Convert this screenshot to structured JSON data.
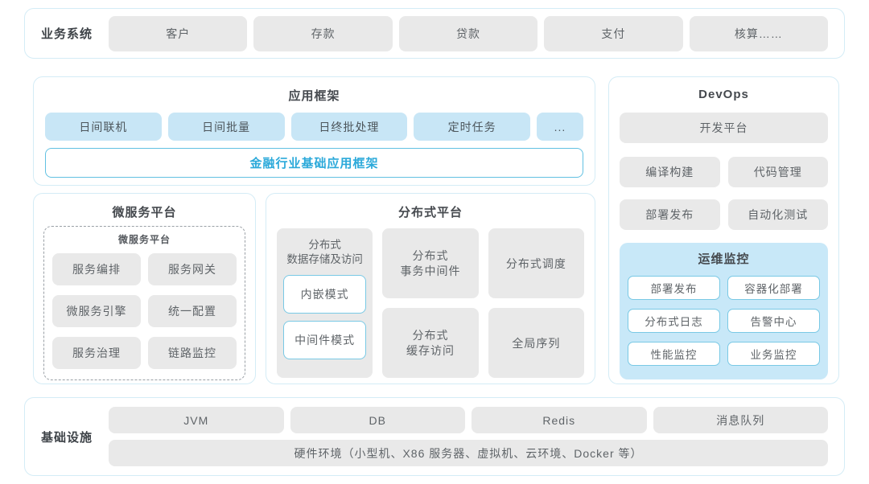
{
  "business": {
    "label": "业务系统",
    "items": [
      "客户",
      "存款",
      "贷款",
      "支付",
      "核算……"
    ]
  },
  "app_framework": {
    "title": "应用框架",
    "runtimes": [
      "日间联机",
      "日间批量",
      "日终批处理",
      "定时任务"
    ],
    "more": "...",
    "base": "金融行业基础应用框架"
  },
  "microservice": {
    "title": "微服务平台",
    "inner_title": "微服务平台",
    "items": [
      "服务编排",
      "服务网关",
      "微服务引擎",
      "统一配置",
      "服务治理",
      "链路监控"
    ]
  },
  "distributed": {
    "title": "分布式平台",
    "storage": {
      "label": "分布式\n数据存储及访问",
      "modes": [
        "内嵌模式",
        "中间件模式"
      ]
    },
    "items": [
      "分布式\n事务中间件",
      "分布式调度",
      "分布式\n缓存访问",
      "全局序列"
    ]
  },
  "devops": {
    "title": "DevOps",
    "platform": "开发平台",
    "items": [
      "编译构建",
      "代码管理",
      "部署发布",
      "自动化测试"
    ],
    "monitor": {
      "title": "运维监控",
      "items": [
        "部署发布",
        "容器化部署",
        "分布式日志",
        "告警中心",
        "性能监控",
        "业务监控"
      ]
    }
  },
  "infra": {
    "label": "基础设施",
    "items": [
      "JVM",
      "DB",
      "Redis",
      "消息队列"
    ],
    "hardware": "硬件环境（小型机、X86 服务器、虚拟机、云环境、Docker 等）"
  },
  "colors": {
    "panel_border": "#d4ecf6",
    "gray_box": "#e9e9e9",
    "blue_box": "#c8e6f6",
    "blue_border": "#79c9e5",
    "accent_text": "#2ba9da",
    "monitor_bg": "#c8e8f8",
    "label_text": "#5f6468",
    "title_text": "#45494e"
  }
}
